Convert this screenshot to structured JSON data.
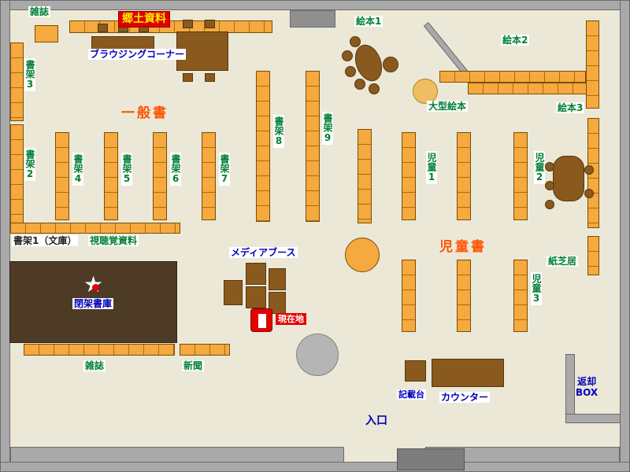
{
  "labels": {
    "magazines_top": "雑誌",
    "local_materials": "郷土資料",
    "browsing_corner": "ブラウジングコーナー",
    "shelf3": "書架3",
    "shelf2": "書架2",
    "general_books": "一般書",
    "shelf4": "書架4",
    "shelf5": "書架5",
    "shelf6": "書架6",
    "shelf7": "書架7",
    "shelf8": "書架8",
    "shelf9": "書架9",
    "shelf1_bunko": "書架1（文庫）",
    "audio_visual": "視聴覚資料",
    "media_booth": "メディアブース",
    "closed_stacks": "閉架書庫",
    "current_location": "現在地",
    "magazines_bottom": "雑誌",
    "newspapers": "新聞",
    "ehon1": "絵本1",
    "ehon2": "絵本2",
    "ehon3": "絵本3",
    "large_ehon": "大型絵本",
    "jido1": "児童1",
    "jido2": "児童2",
    "jido3": "児童3",
    "children_books": "児童書",
    "kamishibai": "紙芝居",
    "kisaidai": "記載台",
    "counter": "カウンター",
    "return_box": "返却\nBOX",
    "entrance": "入口"
  },
  "icons": {
    "current_location_star": "★"
  },
  "colors": {
    "floor": "#ebe8d8",
    "wall_gray": "#a9a9a9",
    "shelf_orange": "#f5a93e",
    "shelf_border": "#7a4e00",
    "furniture_brown": "#8a591d",
    "closed_stacks_brown": "#4d3b26",
    "label_green": "#007f33",
    "label_blue": "#0000bb",
    "accent_red": "#e60000",
    "heading_orange": "#ff5400",
    "highlight_yellow": "#ffe900"
  }
}
